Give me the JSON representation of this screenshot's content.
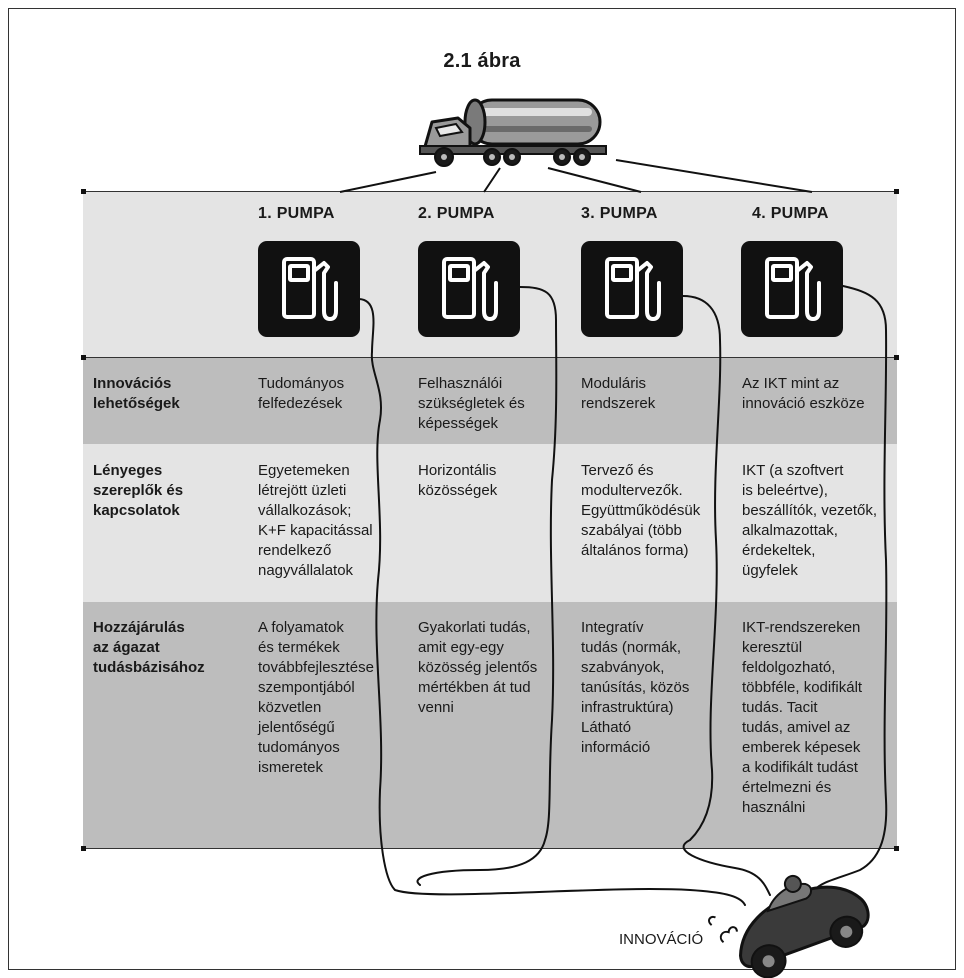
{
  "title": "2.1 ábra",
  "columns": [
    "1. PUMPA",
    "2. PUMPA",
    "3. PUMPA",
    "4. PUMPA"
  ],
  "rows": [
    {
      "label": "Innovációs\nlehetőségek",
      "cells": [
        "Tudományos\nfelfedezések",
        "Felhasználói\nszükségletek és\nképességek",
        "Moduláris\nrendszerek",
        "Az IKT mint az\ninnováció eszköze"
      ]
    },
    {
      "label": "Lényeges\nszereplők és\nkapcsolatok",
      "cells": [
        "Egyetemeken\nlétrejött üzleti\nvállalkozások;\nK+F kapacitással\nrendelkező\nnagyvállalatok",
        "Horizontális\nközösségek",
        "Tervező és\nmodultervezők.\nEgyüttműködésük\nszabályai (több\náltalános forma)",
        "IKT (a szoftvert\nis beleértve),\nbeszállítók, vezetők,\nalkalmazottak,\nérdekeltek,\nügyfelek"
      ]
    },
    {
      "label": "Hozzájárulás\naz ágazat\ntudásbázisához",
      "cells": [
        "A folyamatok\nés termékek\ntovábbfejlesztése\nszempontjából\nközvetlen\njelentőségű\ntudományos\nismeretek",
        "Gyakorlati tudás,\namit egy-egy\nközösség jelentős\nmértékben át tud\nvenni",
        "Integratív\ntudás (normák,\nszabványok,\ntanúsítás, közös\ninfrastruktúra)\nLátható\ninformáció",
        "IKT-rendszereken\nkeresztül\nfeldolgozható,\ntöbbféle, kodifikált\ntudás. Tacit\ntudás, amivel az\nemberek képesek\na kodifikált tudást\nértelmezni és\nhasználni"
      ]
    }
  ],
  "innovation_label": "INNOVÁCIÓ",
  "icons": [
    "tanker-truck-icon",
    "fuel-pump-icon",
    "race-car-icon"
  ]
}
